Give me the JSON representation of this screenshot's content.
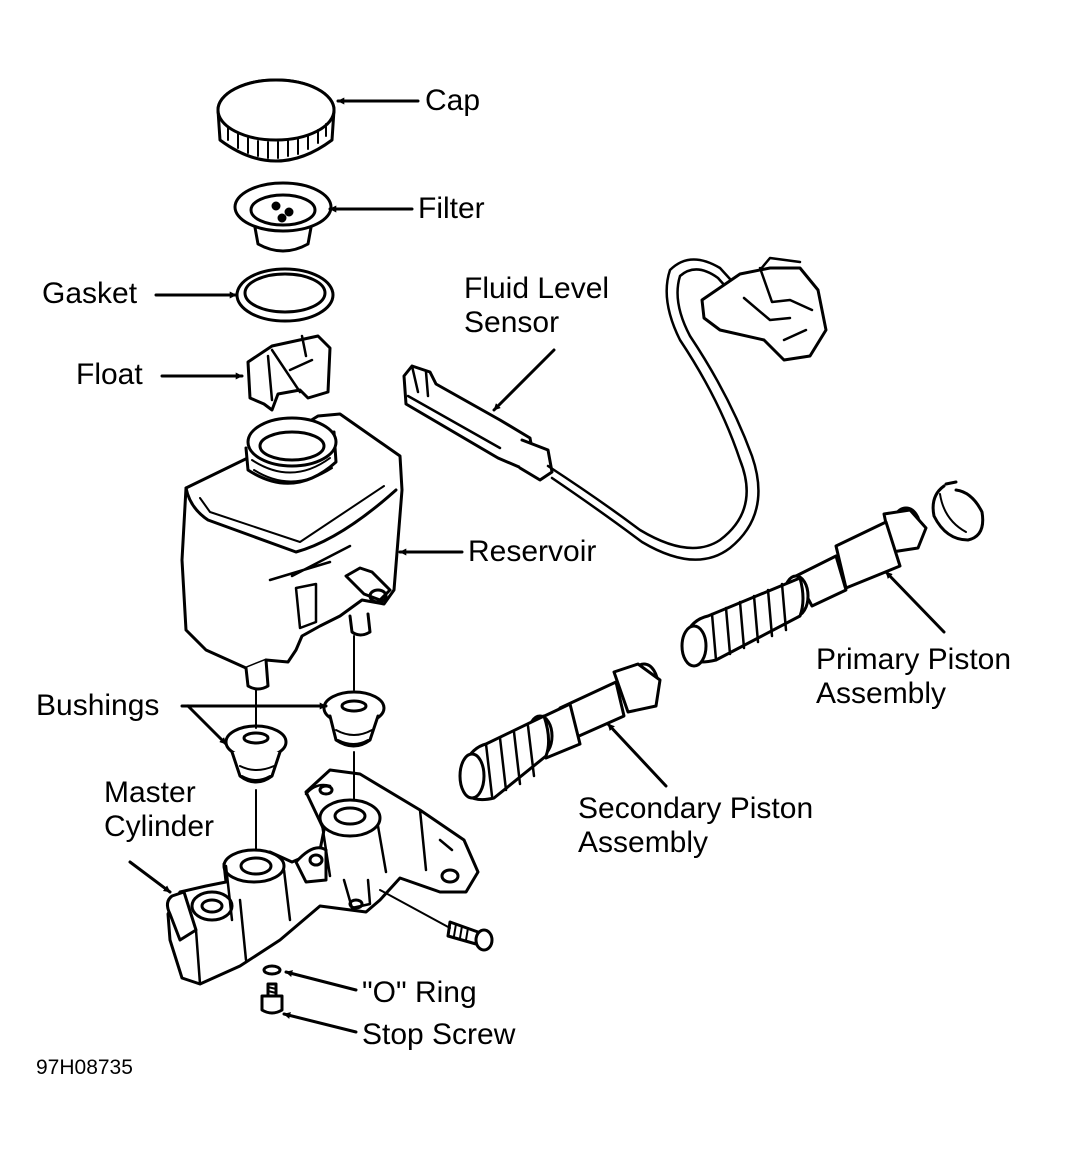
{
  "diagram": {
    "labels": {
      "cap": "Cap",
      "filter": "Filter",
      "gasket": "Gasket",
      "float": "Float",
      "fluid_level_sensor_1": "Fluid Level",
      "fluid_level_sensor_2": "Sensor",
      "reservoir": "Reservoir",
      "bushings": "Bushings",
      "master_cylinder_1": "Master",
      "master_cylinder_2": "Cylinder",
      "primary_piston_1": "Primary Piston",
      "primary_piston_2": "Assembly",
      "secondary_piston_1": "Secondary Piston",
      "secondary_piston_2": "Assembly",
      "o_ring": "\"O\" Ring",
      "stop_screw": "Stop Screw"
    },
    "figure_code": "97H08735"
  }
}
